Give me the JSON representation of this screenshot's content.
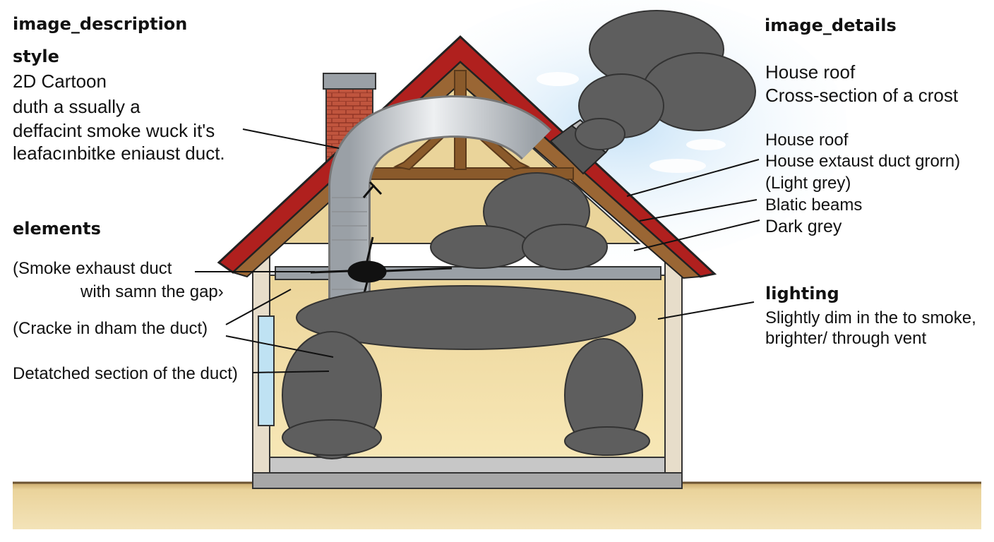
{
  "left": {
    "heading": "image_description",
    "style_heading": "style",
    "style_lines": [
      "2D Cartoon",
      "duth a ssually a",
      "deffacint smoke wuck it's",
      "leafacınbitke eniaust duct."
    ],
    "elements_heading": "elements",
    "element_lines": [
      "(Smoke exhaust duct",
      "with samn the gap›",
      "(Cracke in dham the duct)",
      "Detatched section of the duct)"
    ]
  },
  "right": {
    "heading": "image_details",
    "roof_lines": [
      "House roof",
      "Cross-section of a crost"
    ],
    "detail_lines": [
      "House roof",
      "House extaust duct grorn)",
      "(Light grey)",
      "Blatic beams",
      "Dark grey"
    ],
    "lighting_heading": "lighting",
    "lighting_lines": [
      "Slightly dim in the to smoke,",
      "brighter/ through vent"
    ]
  },
  "colors": {
    "roof": "#b0201e",
    "beam": "#8a5a2b",
    "wall": "#f1dfa6",
    "smoke": "#5e5e5e",
    "duct": "#c9cdd2",
    "brick": "#c0553e",
    "ground": "#e9d29a",
    "sky": "#cfe6f7"
  }
}
